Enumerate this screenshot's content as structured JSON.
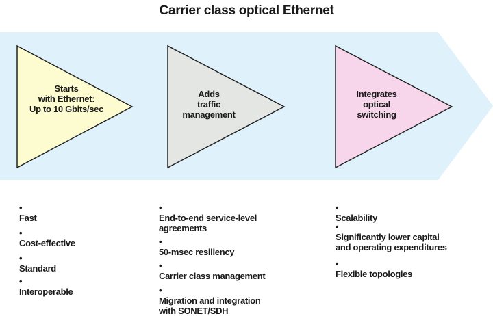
{
  "title": "Carrier class optical Ethernet",
  "colors": {
    "band": "#dff1fa",
    "tri_1": "#fdfbd0",
    "tri_2": "#e3e6e2",
    "tri_3": "#f7d6ec",
    "stroke": "#222222"
  },
  "stages": [
    {
      "label_lines": [
        "Starts",
        "with Ethernet:",
        "Up to 10 Gbits/sec"
      ],
      "bullets": [
        {
          "lines": [
            "Fast"
          ]
        },
        {
          "lines": [
            "Cost-effective"
          ]
        },
        {
          "lines": [
            "Standard"
          ]
        },
        {
          "lines": [
            "Interoperable"
          ]
        }
      ]
    },
    {
      "label_lines": [
        "Adds",
        "traffic",
        "management"
      ],
      "bullets": [
        {
          "lines": [
            "End-to-end service-level",
            "agreements"
          ]
        },
        {
          "lines": [
            "50-msec resiliency"
          ]
        },
        {
          "lines": [
            "Carrier class management"
          ]
        },
        {
          "lines": [
            "Migration and integration",
            "with SONET/SDH"
          ]
        }
      ]
    },
    {
      "label_lines": [
        "Integrates",
        "optical",
        "switching"
      ],
      "bullets": [
        {
          "lines": [
            "Scalability"
          ]
        },
        {
          "lines": [
            "Significantly lower capital",
            "and operating expenditures"
          ]
        },
        {
          "lines": [
            "Flexible topologies"
          ]
        }
      ]
    }
  ]
}
